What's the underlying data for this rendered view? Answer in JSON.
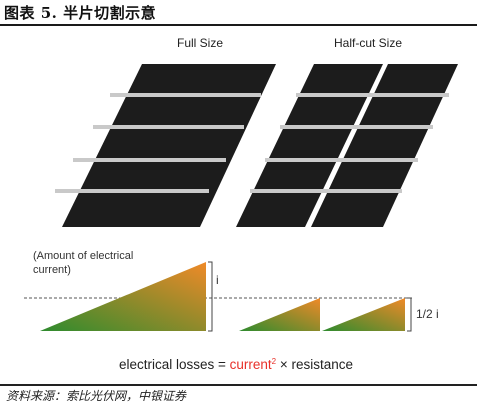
{
  "figure": {
    "title": "图表 5. 半片切割示意",
    "source": "资料来源：索比光伏网，中银证券"
  },
  "panels": {
    "full_label": "Full Size",
    "half_label": "Half-cut Size"
  },
  "current": {
    "amount_label_line1": "(Amount of electrical",
    "amount_label_line2": "current)",
    "full_marker": "i",
    "half_marker": "1/2 i"
  },
  "formula": {
    "prefix": "electrical losses = ",
    "current_word": "current",
    "superscript": "2",
    "suffix": " × resistance"
  },
  "colors": {
    "accent_red": "#e8312a",
    "gradient_green": "#2e8b2e",
    "gradient_orange": "#f08a28",
    "panel": "#1c1c1c",
    "busbar": "#c9c9c9"
  }
}
